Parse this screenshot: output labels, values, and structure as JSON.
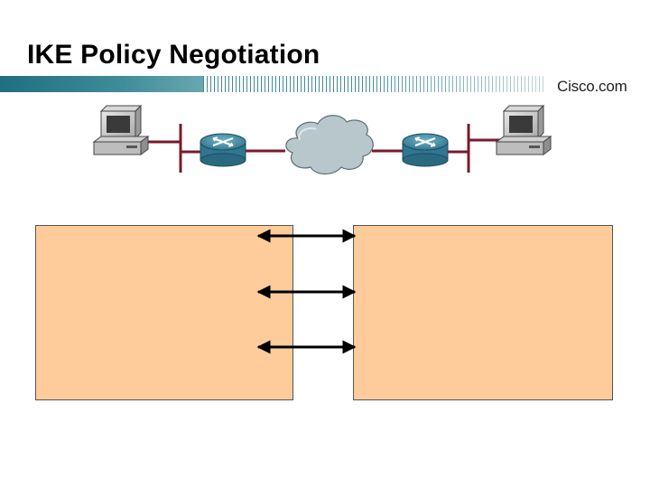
{
  "slide": {
    "title": "IKE Policy Negotiation",
    "logo_text": "Cisco.com"
  },
  "colors": {
    "header_bar": "#3f8c9a",
    "peer_box_fill": "#fecc9a",
    "lan_line": "#7a1a2a",
    "router": "#3b86a0",
    "cloud": "#b7c7cc"
  },
  "icons": [
    "pc-icon",
    "router-icon",
    "cloud-icon",
    "router-icon",
    "pc-icon"
  ],
  "arrows": [
    {
      "direction": "bidirectional"
    },
    {
      "direction": "bidirectional"
    },
    {
      "direction": "bidirectional"
    }
  ]
}
